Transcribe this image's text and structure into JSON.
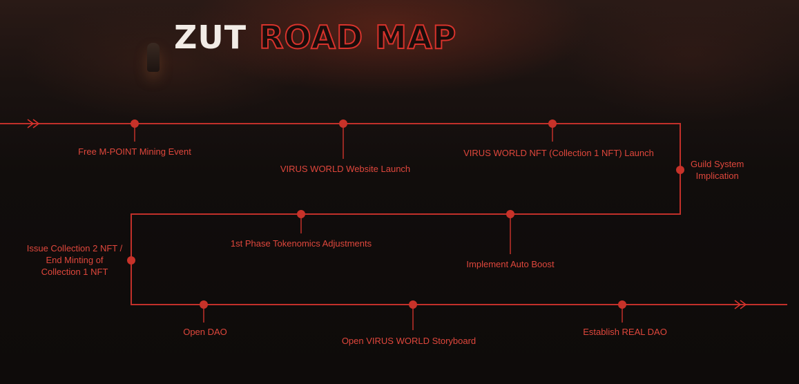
{
  "title": {
    "solid": "ZUT",
    "outline": "ROAD MAP"
  },
  "colors": {
    "accent": "#d8332c",
    "label": "#e0473c",
    "background": "#100c0b"
  },
  "milestones": [
    {
      "id": "m1",
      "label": "Free M-POINT Mining Event"
    },
    {
      "id": "m2",
      "label": "VIRUS WORLD Website Launch"
    },
    {
      "id": "m3",
      "label": "VIRUS WORLD NFT (Collection 1 NFT) Launch"
    },
    {
      "id": "m4",
      "label": "Guild System\nImplication"
    },
    {
      "id": "m5",
      "label": "1st Phase Tokenomics Adjustments"
    },
    {
      "id": "m6",
      "label": "Implement Auto Boost"
    },
    {
      "id": "m7",
      "label": "Issue Collection 2 NFT /\nEnd Minting of\nCollection 1 NFT"
    },
    {
      "id": "m8",
      "label": "Open DAO"
    },
    {
      "id": "m9",
      "label": "Open VIRUS WORLD Storyboard"
    },
    {
      "id": "m10",
      "label": "Establish REAL DAO"
    }
  ],
  "icons": {
    "start_arrow": "double-chevron-right-icon",
    "end_arrow": "double-chevron-right-icon"
  }
}
